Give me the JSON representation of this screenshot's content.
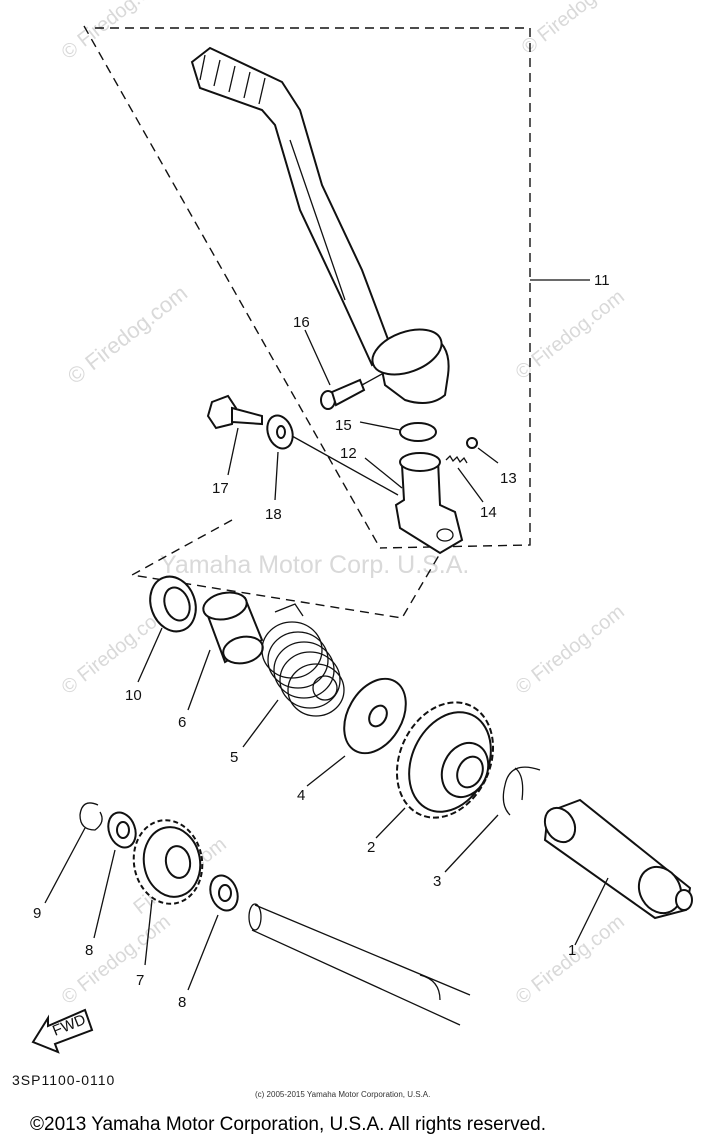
{
  "watermarks": {
    "site": "© Firedog.com",
    "site_partial": "Firedog.com",
    "center": "Yamaha Motor Corp. U.S.A."
  },
  "callouts": [
    "1",
    "2",
    "3",
    "4",
    "5",
    "6",
    "7",
    "8",
    "8",
    "9",
    "10",
    "11",
    "12",
    "13",
    "14",
    "15",
    "16",
    "17",
    "18"
  ],
  "fwd_label": "FWD",
  "diagram_code": "3SP1100-0110",
  "small_copyright": "(c) 2005-2015 Yamaha Motor Corporation, U.S.A.",
  "copyright": "©2013 Yamaha Motor Corporation, U.S.A. All rights reserved."
}
